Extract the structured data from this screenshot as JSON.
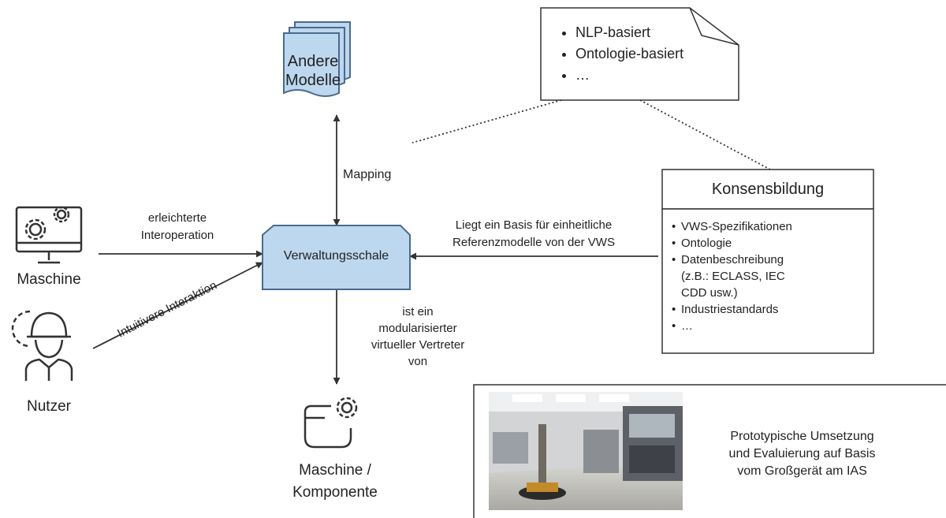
{
  "other_models": {
    "label_line1": "Andere",
    "label_line2": "Modelle"
  },
  "note": {
    "items": [
      "NLP-basiert",
      "Ontologie-basiert",
      "…"
    ]
  },
  "mapping_label": "Mapping",
  "aas": {
    "label": "Verwaltungsschale"
  },
  "machine": {
    "label": "Maschine"
  },
  "user": {
    "label": "Nutzer"
  },
  "interop_label": {
    "line1": "erleichterte",
    "line2": "Interoperation"
  },
  "interaction_label": "Intuitivere Interaktion",
  "consensus": {
    "title": "Konsensbildung",
    "items": [
      "VWS-Spezifikationen",
      "Ontologie",
      "Datenbeschreibung",
      "Industriestandards",
      "…"
    ],
    "subtext_line1": "(z.B.: ECLASS, IEC",
    "subtext_line2": "CDD usw.)"
  },
  "basis_label": {
    "line1": "Liegt ein Basis für einheitliche",
    "line2": "Referenzmodelle von der VWS"
  },
  "representative_label": {
    "line1": "ist ein",
    "line2": "modularisierter",
    "line3": "virtueller Vertreter",
    "line4": "von"
  },
  "component": {
    "line1": "Maschine /",
    "line2": "Komponente"
  },
  "prototype": {
    "line1": "Prototypische Umsetzung",
    "line2": "und Evaluierung auf Basis",
    "line3": "vom Großgerät am IAS"
  },
  "colors": {
    "accent_fill": "#bdd7ee",
    "accent_stroke": "#4a6a8f",
    "line": "#333333"
  }
}
